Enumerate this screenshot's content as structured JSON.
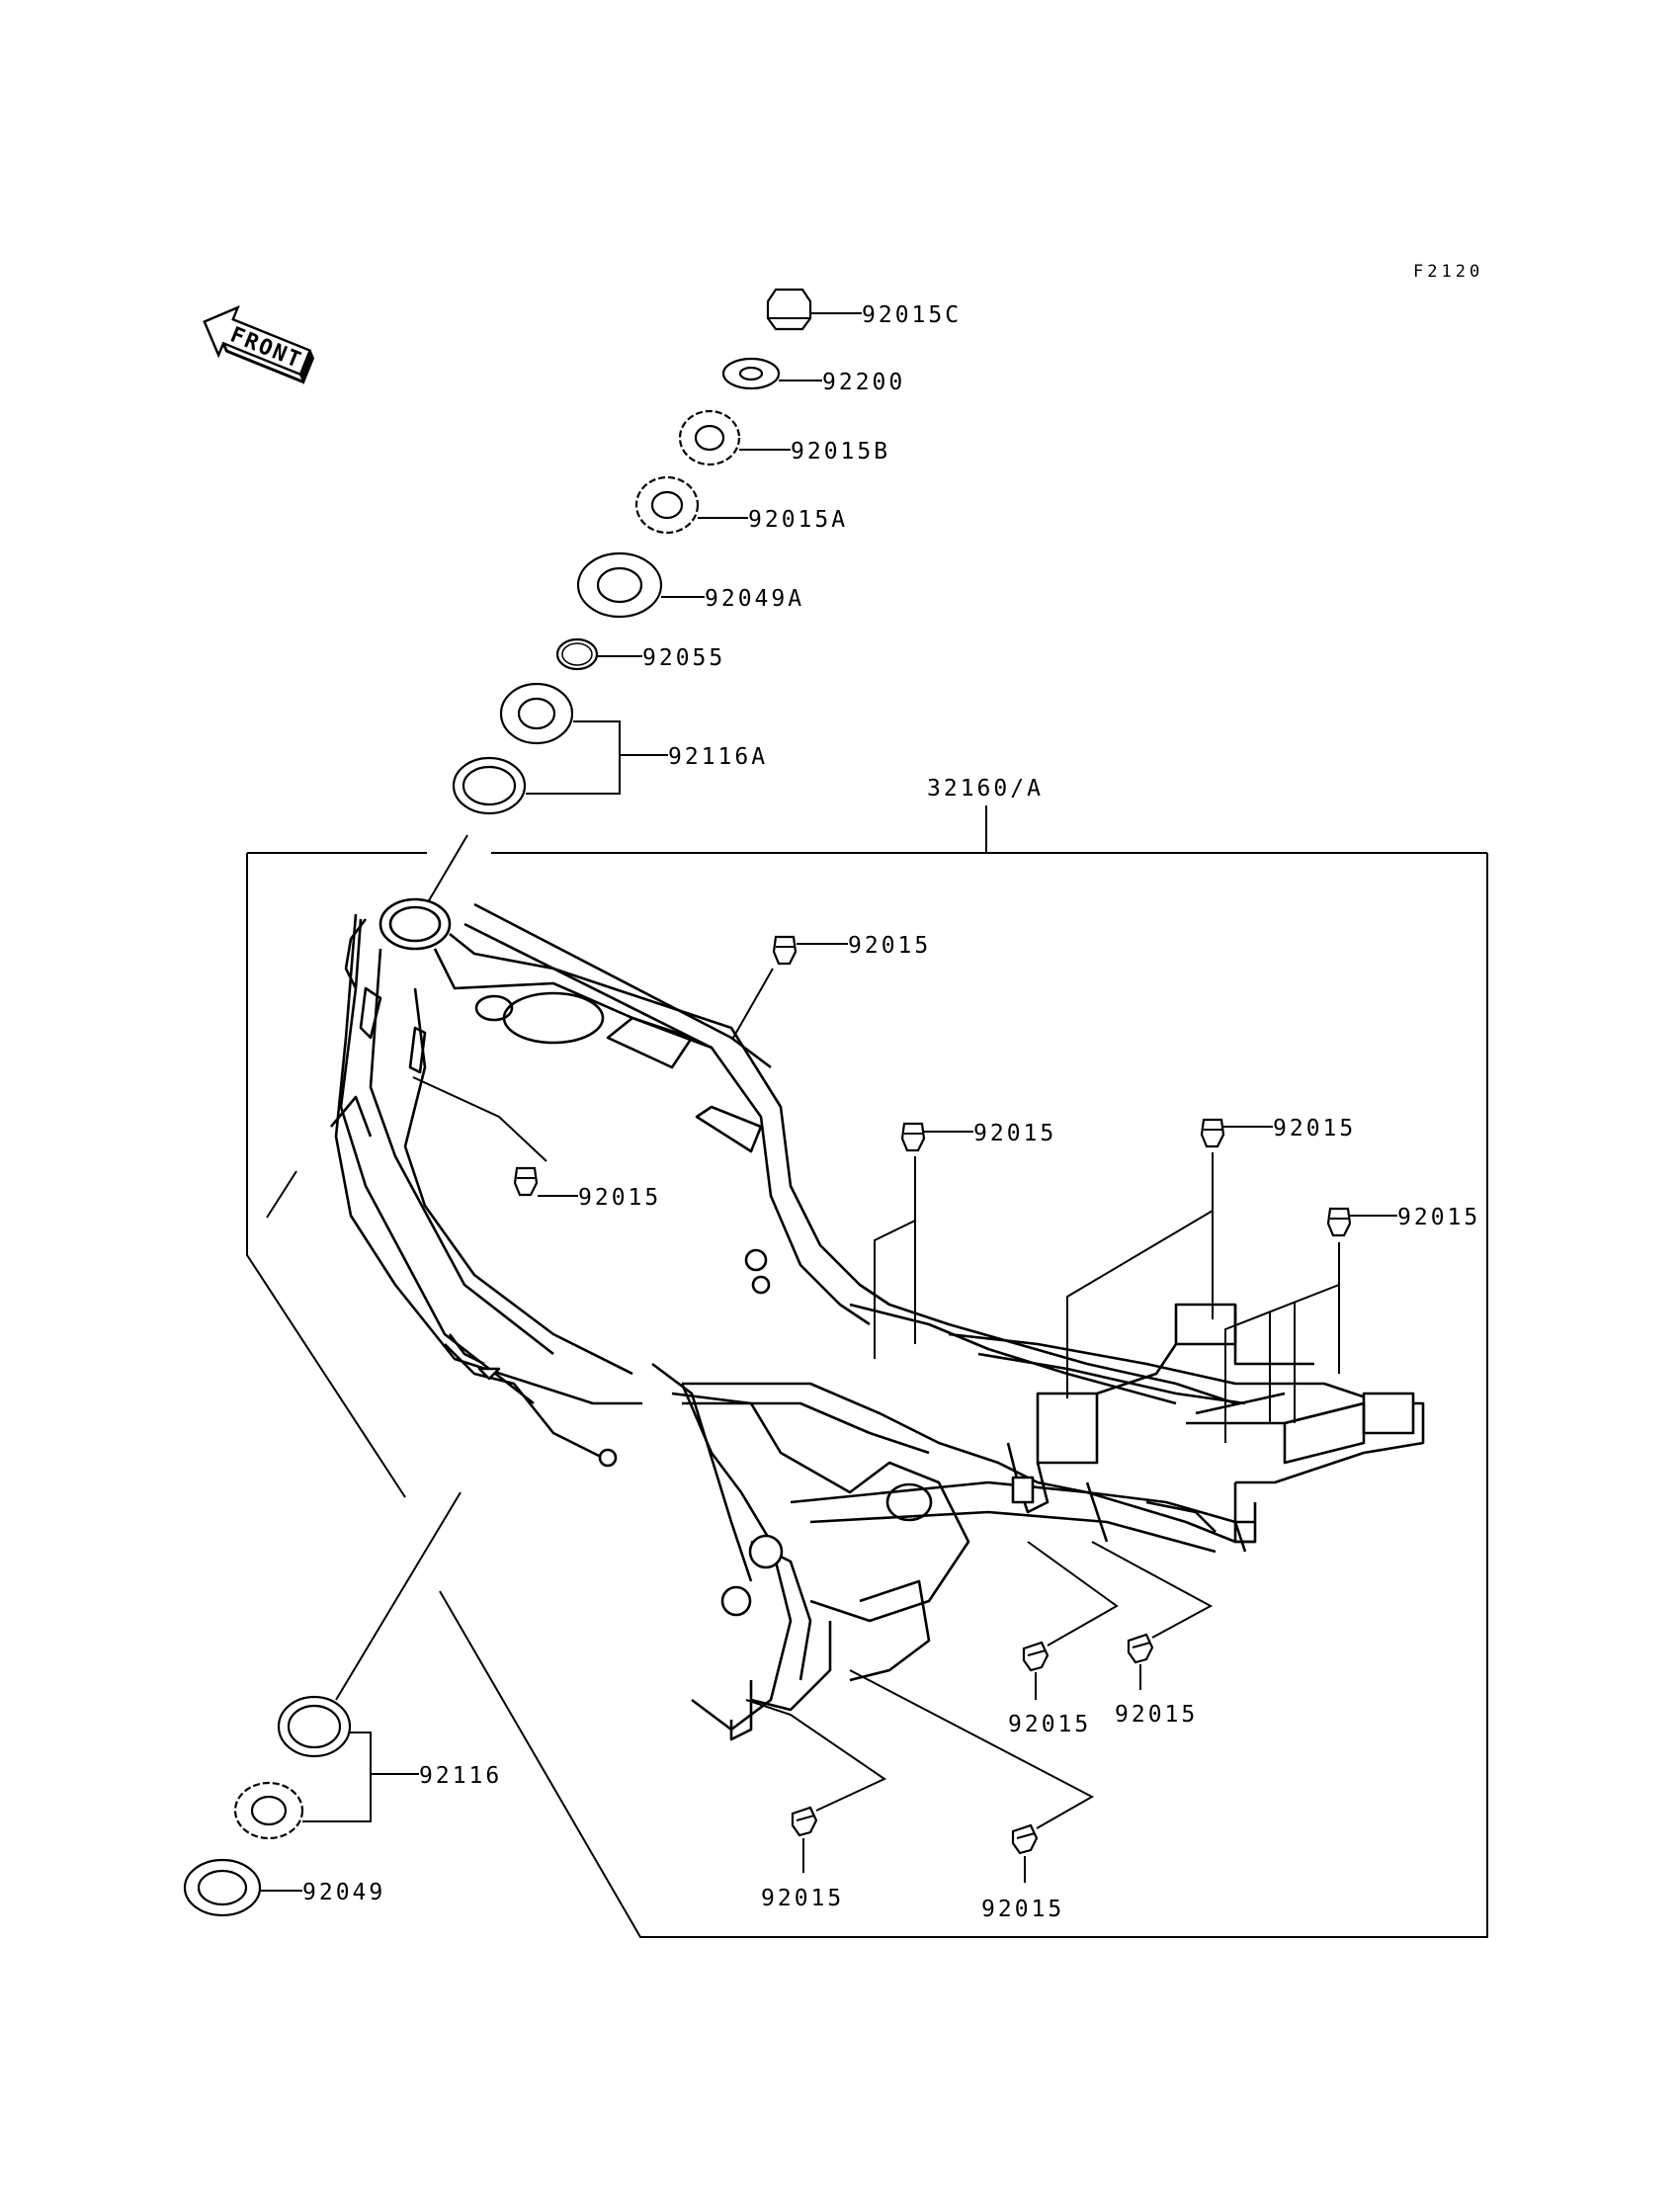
{
  "diagram_code": "F2120",
  "front_indicator": "FRONT",
  "assembly_label": "32160/A",
  "parts": {
    "p92015C": "92015C",
    "p92200": "92200",
    "p92015B": "92015B",
    "p92015A": "92015A",
    "p92049A": "92049A",
    "p92055": "92055",
    "p92116A": "92116A",
    "p92116": "92116",
    "p92049": "92049"
  },
  "bolt_label": "92015"
}
